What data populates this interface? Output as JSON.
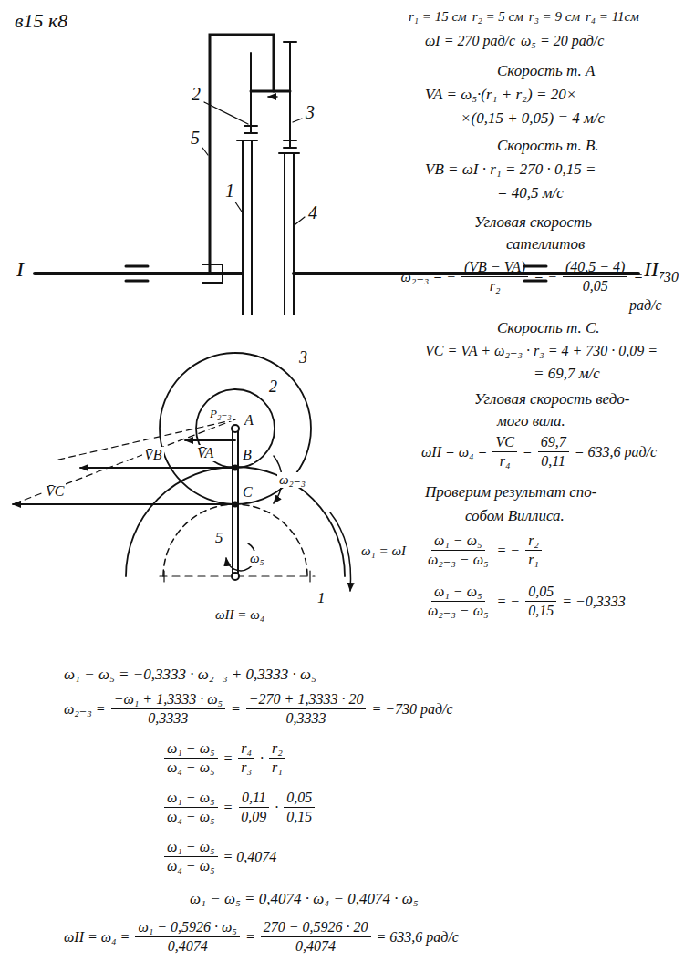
{
  "diagram": {
    "labels": [
      "в15 к8",
      "r₁ = 15 см",
      "r₂ = 5 см",
      "r₃ = 9 см",
      "r₄ = 11см",
      "ωI = 270 рад/с",
      "ω₅ = 20 рад/с",
      "Скорость т. А",
      "VA = ω₅·(r₁ + r₂) = 20×",
      "×(0,15 + 0,05) = 4 м/с",
      "Скорость т. В.",
      "VB = ωI · r₁ = 270 · 0,15 =",
      "= 40,5 м/с",
      "Угловая скорость",
      "сателлитов",
      "ω₂₋₃ = −",
      "(VB − VA)",
      "r₂",
      "= −",
      "(40,5 − 4)",
      "0,05",
      "= −730",
      "рад/с",
      "Скорость т. С.",
      "VC = VA + ω₂₋₃ · r₃ = 4 + 730 · 0,09 =",
      "= 69,7 м/с",
      "Угловая скорость ведо-",
      "мого вала.",
      "ωII = ω₄ =",
      "VC",
      "r₄",
      "=",
      "69,7",
      "0,11",
      "= 633,6 рад/с",
      "Проверим результат спо-",
      "собом Виллиса.",
      "ω₁ − ω₅",
      "ω₂₋₃ − ω₅",
      "= −",
      "r₂",
      "r₁",
      "ω₁ − ω₅",
      "ω₂₋₃ − ω₅",
      "= −",
      "0,05",
      "0,15",
      "= −0,3333",
      "2",
      "3",
      "5",
      "1",
      "4",
      "I",
      "II",
      "3",
      "2",
      "P₂₋₃",
      "A",
      "V̄A",
      "V̄B",
      "B",
      "ω₂₋₃",
      "V̄C",
      "C",
      "5",
      "ω₅",
      "ω₁ = ωI",
      "1",
      "ωII = ω₄",
      "ω₁ − ω₅ = −0,3333 · ω₂₋₃ + 0,3333 · ω₅",
      "ω₂₋₃ =",
      "−ω₁ + 1,3333 · ω₅",
      "0,3333",
      "=",
      "−270 + 1,3333 · 20",
      "0,3333",
      "= −730 рад/с",
      "ω₁ − ω₅",
      "ω₄ − ω₅",
      "=",
      "r₄",
      "r₃",
      "·",
      "r₂",
      "r₁",
      "ω₁ − ω₅",
      "ω₄ − ω₅",
      "=",
      "0,11",
      "0,09",
      "·",
      "0,05",
      "0,15",
      "ω₁ − ω₅",
      "ω₄ − ω₅",
      "= 0,4074",
      "ω₁ − ω₅ = 0,4074 · ω₄ − 0,4074 · ω₅",
      "ωII = ω₄ =",
      "ω₁ − 0,5926 · ω₅",
      "0,4074",
      "=",
      "270 − 0,5926 · 20",
      "0,4074",
      "= 633,6 рад/с"
    ]
  }
}
